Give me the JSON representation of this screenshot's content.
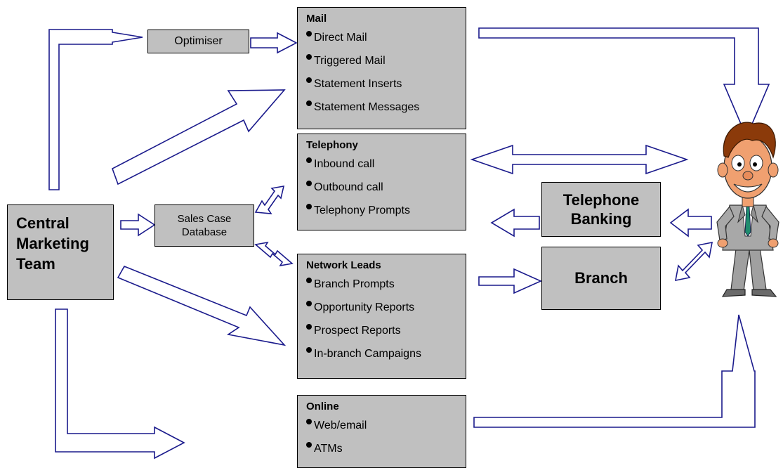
{
  "central_team": {
    "label": "Central Marketing Team"
  },
  "optimiser": {
    "label": "Optimiser"
  },
  "sales_db": {
    "label": "Sales Case Database"
  },
  "telephone_banking": {
    "label": "Telephone Banking"
  },
  "branch": {
    "label": "Branch"
  },
  "panels": {
    "mail": {
      "title": "Mail",
      "items": [
        "Direct Mail",
        "Triggered Mail",
        "Statement Inserts",
        "Statement Messages"
      ]
    },
    "telephony": {
      "title": "Telephony",
      "items": [
        "Inbound call",
        "Outbound call",
        "Telephony Prompts"
      ]
    },
    "network": {
      "title": "Network Leads",
      "items": [
        "Branch Prompts",
        "Opportunity Reports",
        "Prospect Reports",
        "In-branch Campaigns"
      ]
    },
    "online": {
      "title": "Online",
      "items": [
        "Web/email",
        "ATMs"
      ]
    }
  },
  "colors": {
    "arrow_stroke": "#1a1a8c",
    "box_fill": "#c0c0c0",
    "face_skin": "#f0a070",
    "hair": "#8b3a0a",
    "suit": "#a0a0a0"
  }
}
